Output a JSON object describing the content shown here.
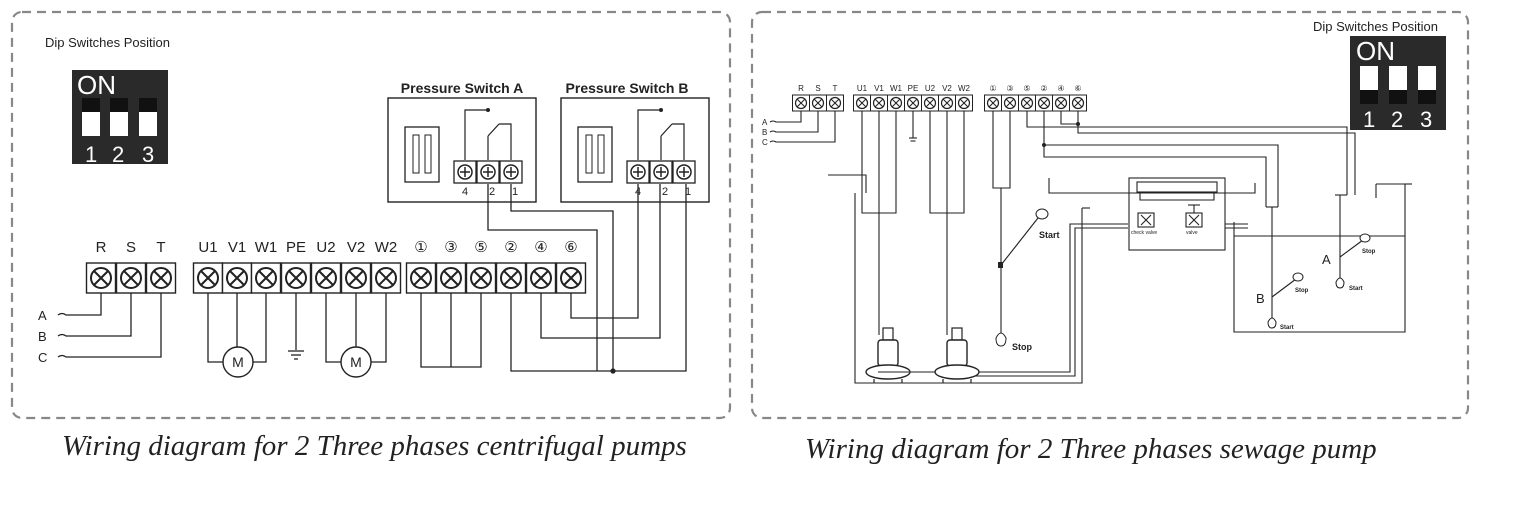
{
  "left_diagram": {
    "dip_title": "Dip Switches Position",
    "dip_on": "ON",
    "dip_numbers": [
      "1",
      "2",
      "3"
    ],
    "pressure_switch_a": "Pressure Switch A",
    "pressure_switch_b": "Pressure Switch B",
    "ps_terminal_numbers": [
      "4",
      "2",
      "1"
    ],
    "power_terminals": [
      "R",
      "S",
      "T"
    ],
    "motor_terminals": [
      "U1",
      "V1",
      "W1",
      "PE",
      "U2",
      "V2",
      "W2"
    ],
    "control_terminals": [
      "①",
      "③",
      "⑤",
      "②",
      "④",
      "⑥"
    ],
    "phase_labels": [
      "A",
      "B",
      "C"
    ],
    "motor_label": "M",
    "caption": "Wiring diagram for 2 Three phases centrifugal  pumps"
  },
  "right_diagram": {
    "dip_title": "Dip Switches Position",
    "dip_on": "ON",
    "dip_numbers": [
      "1",
      "2",
      "3"
    ],
    "power_terminals": [
      "R",
      "S",
      "T"
    ],
    "motor_terminals": [
      "U1",
      "V1",
      "W1",
      "PE",
      "U2",
      "V2",
      "W2"
    ],
    "control_terminals": [
      "①",
      "③",
      "⑤",
      "②",
      "④",
      "⑥"
    ],
    "phase_labels": [
      "A",
      "B",
      "C"
    ],
    "float_start": "Start",
    "float_stop": "Stop",
    "check_valve": "check valve",
    "valve": "valve",
    "float_a": "A",
    "float_b": "B",
    "caption": "Wiring diagram for 2 Three phases sewage pump"
  }
}
